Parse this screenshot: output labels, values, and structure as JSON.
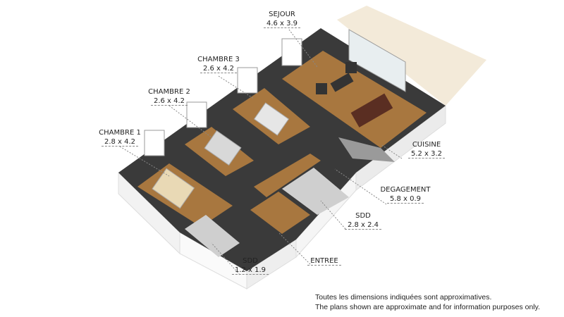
{
  "rooms": [
    {
      "name": "SEJOUR",
      "dims": "4.6 x 3.9"
    },
    {
      "name": "CHAMBRE 3",
      "dims": "2.6 x 4.2"
    },
    {
      "name": "CHAMBRE 2",
      "dims": "2.6 x 4.2"
    },
    {
      "name": "CHAMBRE 1",
      "dims": "2.8 x 4.2"
    },
    {
      "name": "CUISINE",
      "dims": "5.2 x 3.2"
    },
    {
      "name": "DEGAGEMENT",
      "dims": "5.8 x 0.9"
    },
    {
      "name": "SDD",
      "dims": "2.8 x 2.4"
    },
    {
      "name": "SDD",
      "dims": "1.2 x 1.9"
    },
    {
      "name": "ENTREE",
      "dims": ""
    }
  ],
  "disclaimer": {
    "fr": "Toutes les dimensions indiquées sont approximatives.",
    "en": "The plans shown are approximate and for information purposes only."
  },
  "colors": {
    "wood": "#a8773f",
    "wall": "#3a3a3a",
    "terrace": "#f3ead9",
    "tile": "#cfcfcf"
  }
}
